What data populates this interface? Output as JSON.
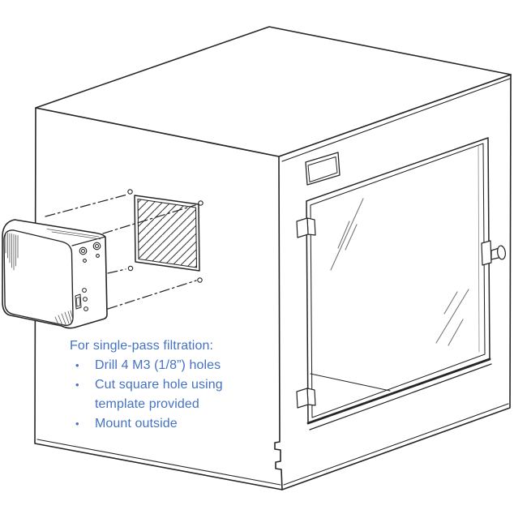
{
  "annotation": {
    "heading": "For single-pass filtration:",
    "bullet_char": "•",
    "bullets": [
      {
        "lines": [
          "Drill 4 M3 (1/8”) holes",
          ""
        ]
      },
      {
        "lines": [
          "Cut square hole using",
          "template provided"
        ]
      },
      {
        "lines": [
          "Mount outside",
          ""
        ]
      }
    ]
  },
  "colors": {
    "annotation_text": "#4472C4",
    "line_art": "#262626",
    "glass_shine": "#777777",
    "background": "#ffffff"
  }
}
